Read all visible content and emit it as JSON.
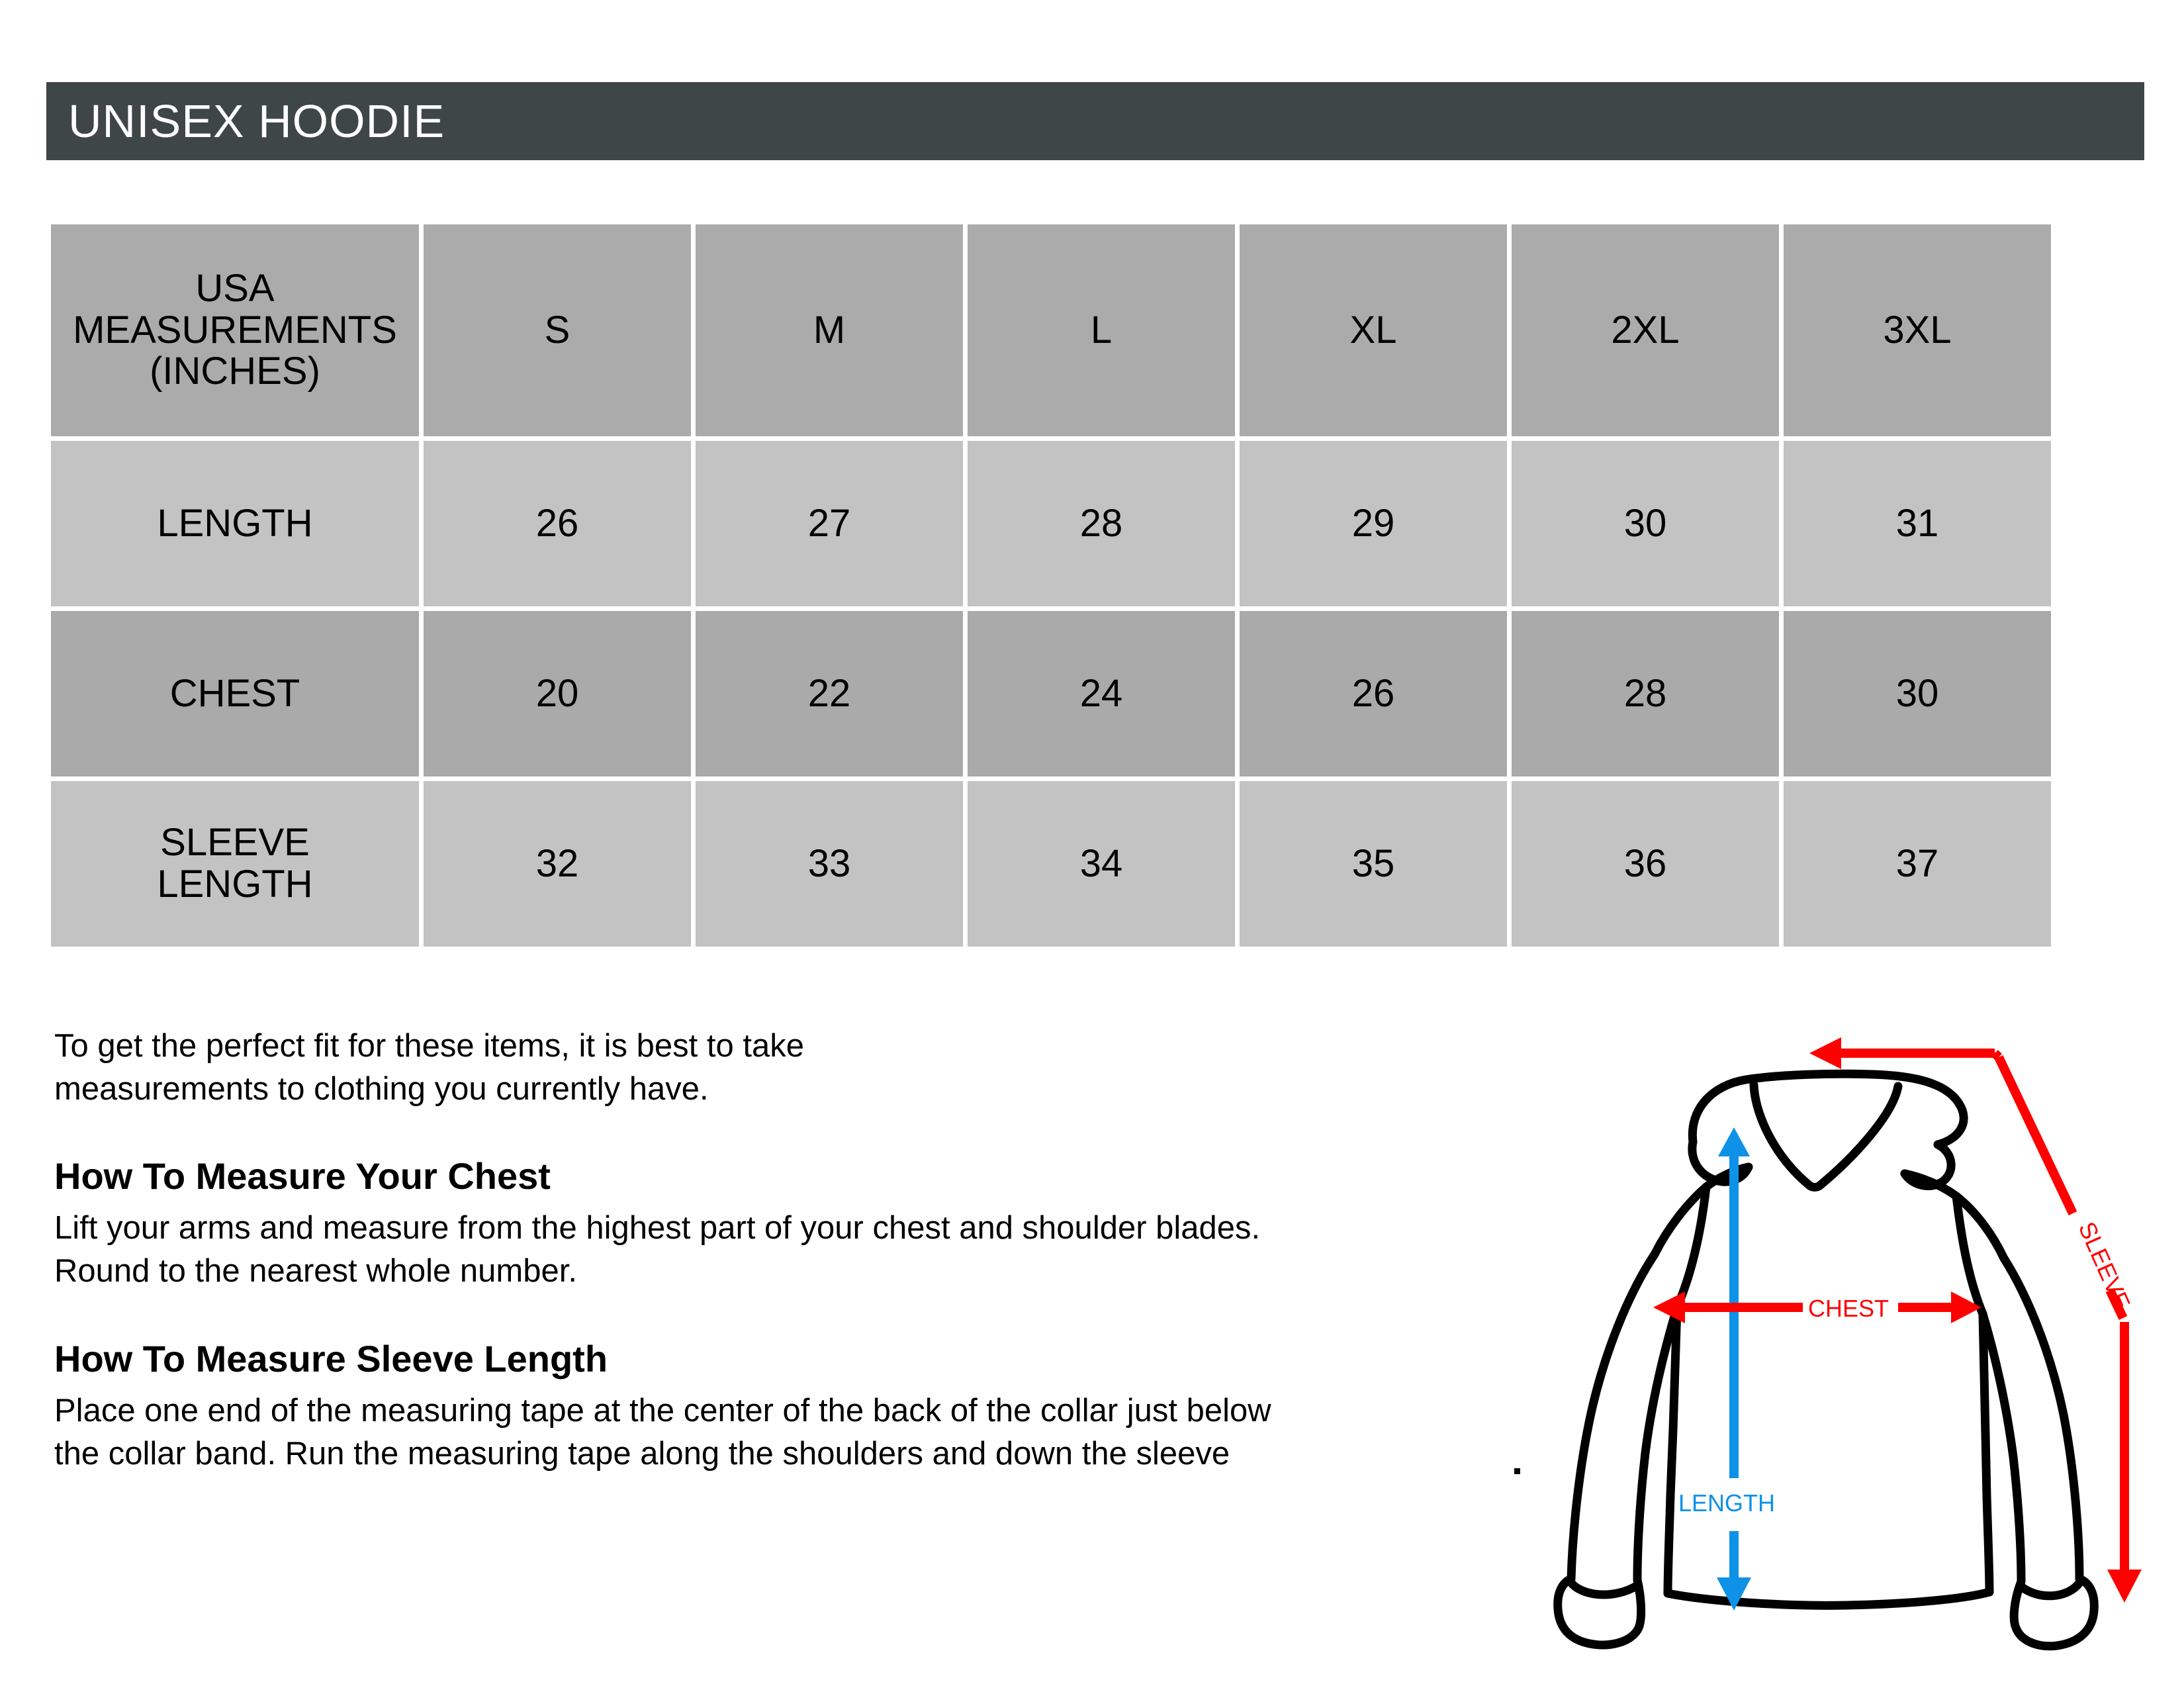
{
  "title": {
    "text": "UNISEX HOODIE",
    "bar_color": "#3f4646",
    "text_color": "#ffffff"
  },
  "table": {
    "header_label": "USA MEASUREMENTS (INCHES)",
    "header_label_lines": [
      "USA",
      "MEASUREMENTS",
      "(INCHES)"
    ],
    "sizes": [
      "S",
      "M",
      "L",
      "XL",
      "2XL",
      "3XL"
    ],
    "rows": [
      {
        "label": "LENGTH",
        "label_lines": [
          "LENGTH"
        ],
        "values": [
          "26",
          "27",
          "28",
          "29",
          "30",
          "31"
        ]
      },
      {
        "label": "CHEST",
        "label_lines": [
          "CHEST"
        ],
        "values": [
          "20",
          "22",
          "24",
          "26",
          "28",
          "30"
        ]
      },
      {
        "label": "SLEEVE LENGTH",
        "label_lines": [
          "SLEEVE",
          "LENGTH"
        ],
        "values": [
          "32",
          "33",
          "34",
          "35",
          "36",
          "37"
        ]
      }
    ],
    "header_bg": "#ababab",
    "row_dark_bg": "#aaaaaa",
    "row_light_bg": "#c3c3c3"
  },
  "copy": {
    "intro_lines": [
      "To get the perfect fit for these items, it is best to take",
      "measurements to clothing you currently have."
    ],
    "chest_heading": "How To Measure Your Chest",
    "chest_lines": [
      "Lift your arms and measure from the highest part of your chest and shoulder blades.",
      "Round to the nearest whole number."
    ],
    "sleeve_heading": "How To Measure Sleeve Length",
    "sleeve_lines": [
      "Place one end of the measuring tape at the center of the back of the collar just below",
      "the collar band. Run the measuring tape along the shoulders and down the sleeve"
    ]
  },
  "diagram": {
    "labels": {
      "chest": "CHEST",
      "length": "LENGTH",
      "sleeve": "SLEEVE"
    },
    "colors": {
      "garment_outline": "#000000",
      "chest_arrow": "#ff0000",
      "sleeve_arrow": "#ff0000",
      "length_arrow": "#0d92e8"
    }
  }
}
